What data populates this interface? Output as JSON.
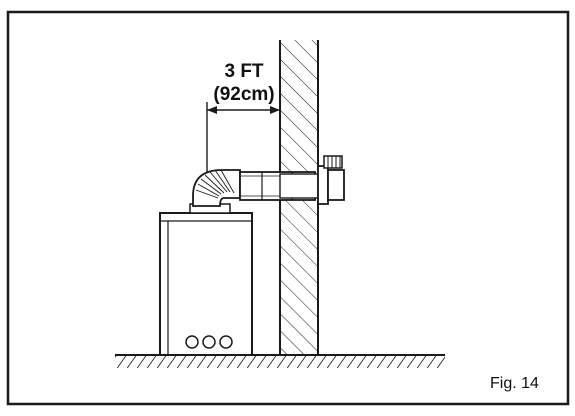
{
  "diagram": {
    "distance_label": "3 FT",
    "distance_metric": "(92cm)",
    "figure_label": "Fig. 14"
  },
  "colors": {
    "ink": "#1a1a1a",
    "background": "#ffffff"
  }
}
